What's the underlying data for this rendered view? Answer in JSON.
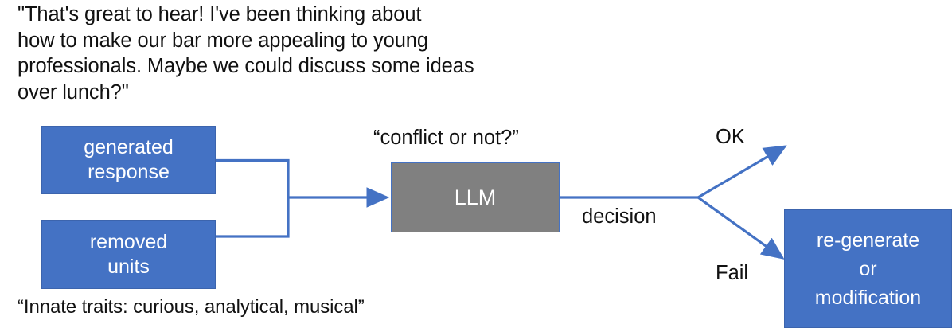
{
  "figure": {
    "top_quote": "\"That's great to hear! I've been thinking about\nhow to make our bar more appealing to young\nprofessionals. Maybe we could discuss some ideas\nover lunch?\"",
    "bottom_quote": "“Innate traits: curious, analytical, musical”",
    "boxes": {
      "generated_response": "generated\nresponse",
      "removed_units": "removed\nunits",
      "llm": "LLM",
      "regenerate_or_modification": "re-generate\nor\nmodification"
    },
    "labels": {
      "prompt": "“conflict or not?”",
      "decision": "decision",
      "branch_ok": "OK",
      "branch_fail": "Fail"
    },
    "colors": {
      "box_blue": "#4472C4",
      "box_blue_border": "#3C64AD",
      "box_gray": "#808080",
      "connector_blue": "#4472C4",
      "text_dark": "#111111",
      "text_light": "#FFFFFF",
      "background": "#FFFFFF"
    }
  }
}
